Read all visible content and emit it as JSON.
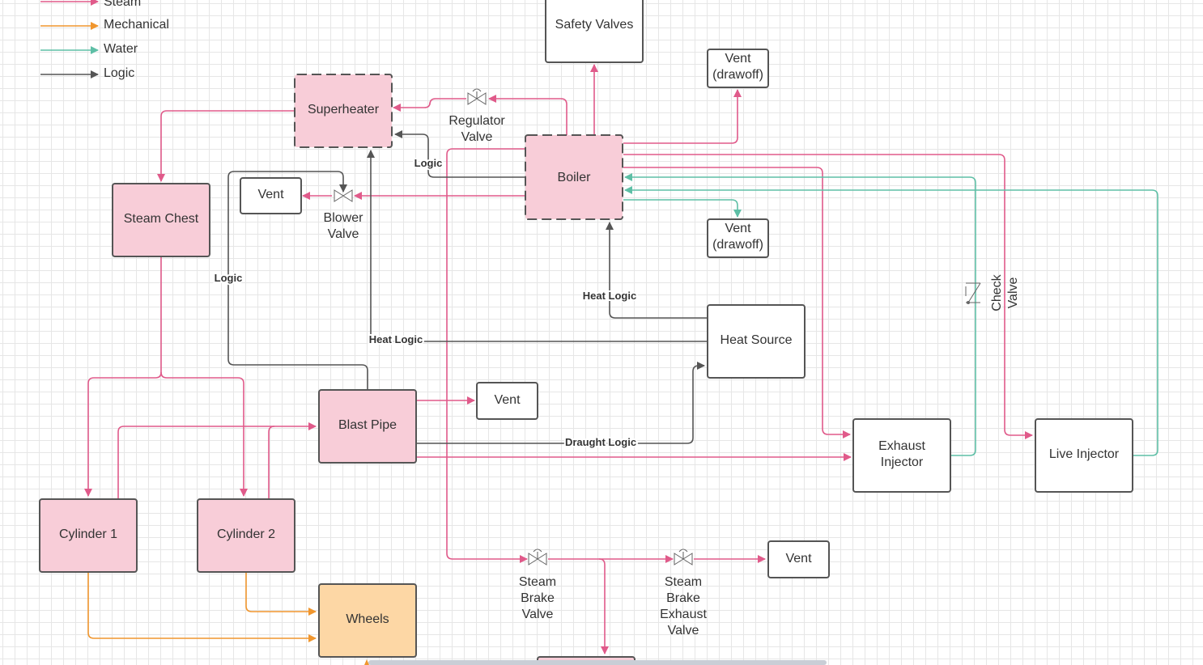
{
  "legend": [
    {
      "label": "Steam",
      "color": "#e05a8a"
    },
    {
      "label": "Mechanical",
      "color": "#f0962e"
    },
    {
      "label": "Water",
      "color": "#5ebfa6"
    },
    {
      "label": "Logic",
      "color": "#555555"
    }
  ],
  "colors": {
    "steam": "#e05a8a",
    "mechanical": "#f0962e",
    "water": "#5ebfa6",
    "logic": "#555555",
    "steam_box_fill": "#f8cdd8",
    "mechanical_box_fill": "#fdd7a5",
    "box_border": "#555555"
  },
  "nodes": {
    "safety_valves": "Safety Valves",
    "vent_drawoff_top": [
      "Vent",
      "(drawoff)"
    ],
    "superheater": "Superheater",
    "boiler": "Boiler",
    "vent_blower": "Vent",
    "steam_chest": "Steam Chest",
    "vent_drawoff_bottom": [
      "Vent",
      "(drawoff)"
    ],
    "heat_source": "Heat Source",
    "blast_pipe": "Blast Pipe",
    "vent_blast": "Vent",
    "exhaust_injector": [
      "Exhaust",
      "Injector"
    ],
    "live_injector": "Live Injector",
    "cylinder_1": "Cylinder 1",
    "cylinder_2": "Cylinder 2",
    "wheels": "Wheels",
    "vent_brake": "Vent"
  },
  "valves": {
    "regulator": [
      "Regulator",
      "Valve"
    ],
    "blower": [
      "Blower",
      "Valve"
    ],
    "check": [
      "Check",
      "Valve"
    ],
    "steam_brake": [
      "Steam",
      "Brake",
      "Valve"
    ],
    "steam_brake_exhaust": [
      "Steam",
      "Brake",
      "Exhaust",
      "Valve"
    ]
  },
  "connector_labels": {
    "logic_superheater": "Logic",
    "logic_left": "Logic",
    "heat_logic_boiler": "Heat Logic",
    "heat_logic_superheater": "Heat Logic",
    "draught_logic": "Draught Logic"
  }
}
